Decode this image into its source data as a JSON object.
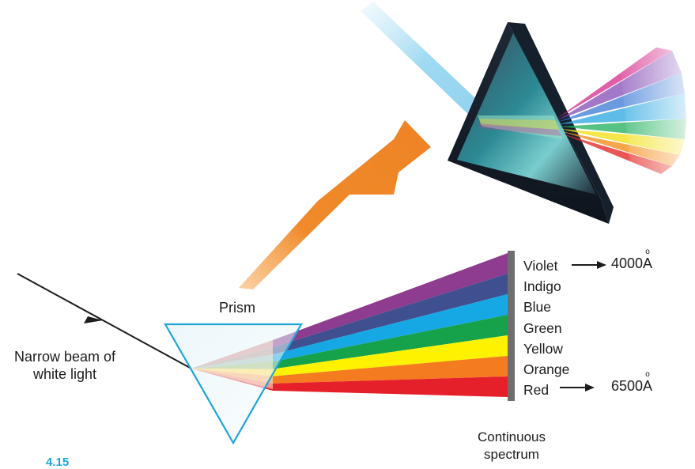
{
  "labels": {
    "prism": "Prism",
    "beam_line1": "Narrow beam of",
    "beam_line2": "white light",
    "spectrum_line1": "Continuous",
    "spectrum_line2": "spectrum",
    "figure_number": "4.15"
  },
  "spectrum": {
    "colors": [
      {
        "name": "Violet",
        "hex": "#8e3c8f"
      },
      {
        "name": "Indigo",
        "hex": "#3f4f8f"
      },
      {
        "name": "Blue",
        "hex": "#16a8e4"
      },
      {
        "name": "Green",
        "hex": "#16a24a"
      },
      {
        "name": "Yellow",
        "hex": "#fff200"
      },
      {
        "name": "Orange",
        "hex": "#f47b20"
      },
      {
        "name": "Red",
        "hex": "#e6202a"
      }
    ],
    "violet_wavelength": "4000",
    "red_wavelength": "6500",
    "unit": "Å"
  },
  "colors": {
    "prism_outline": "#1ea5d8",
    "zoom_arrow": "#f08a2a",
    "screen": "#6e6e6e"
  }
}
